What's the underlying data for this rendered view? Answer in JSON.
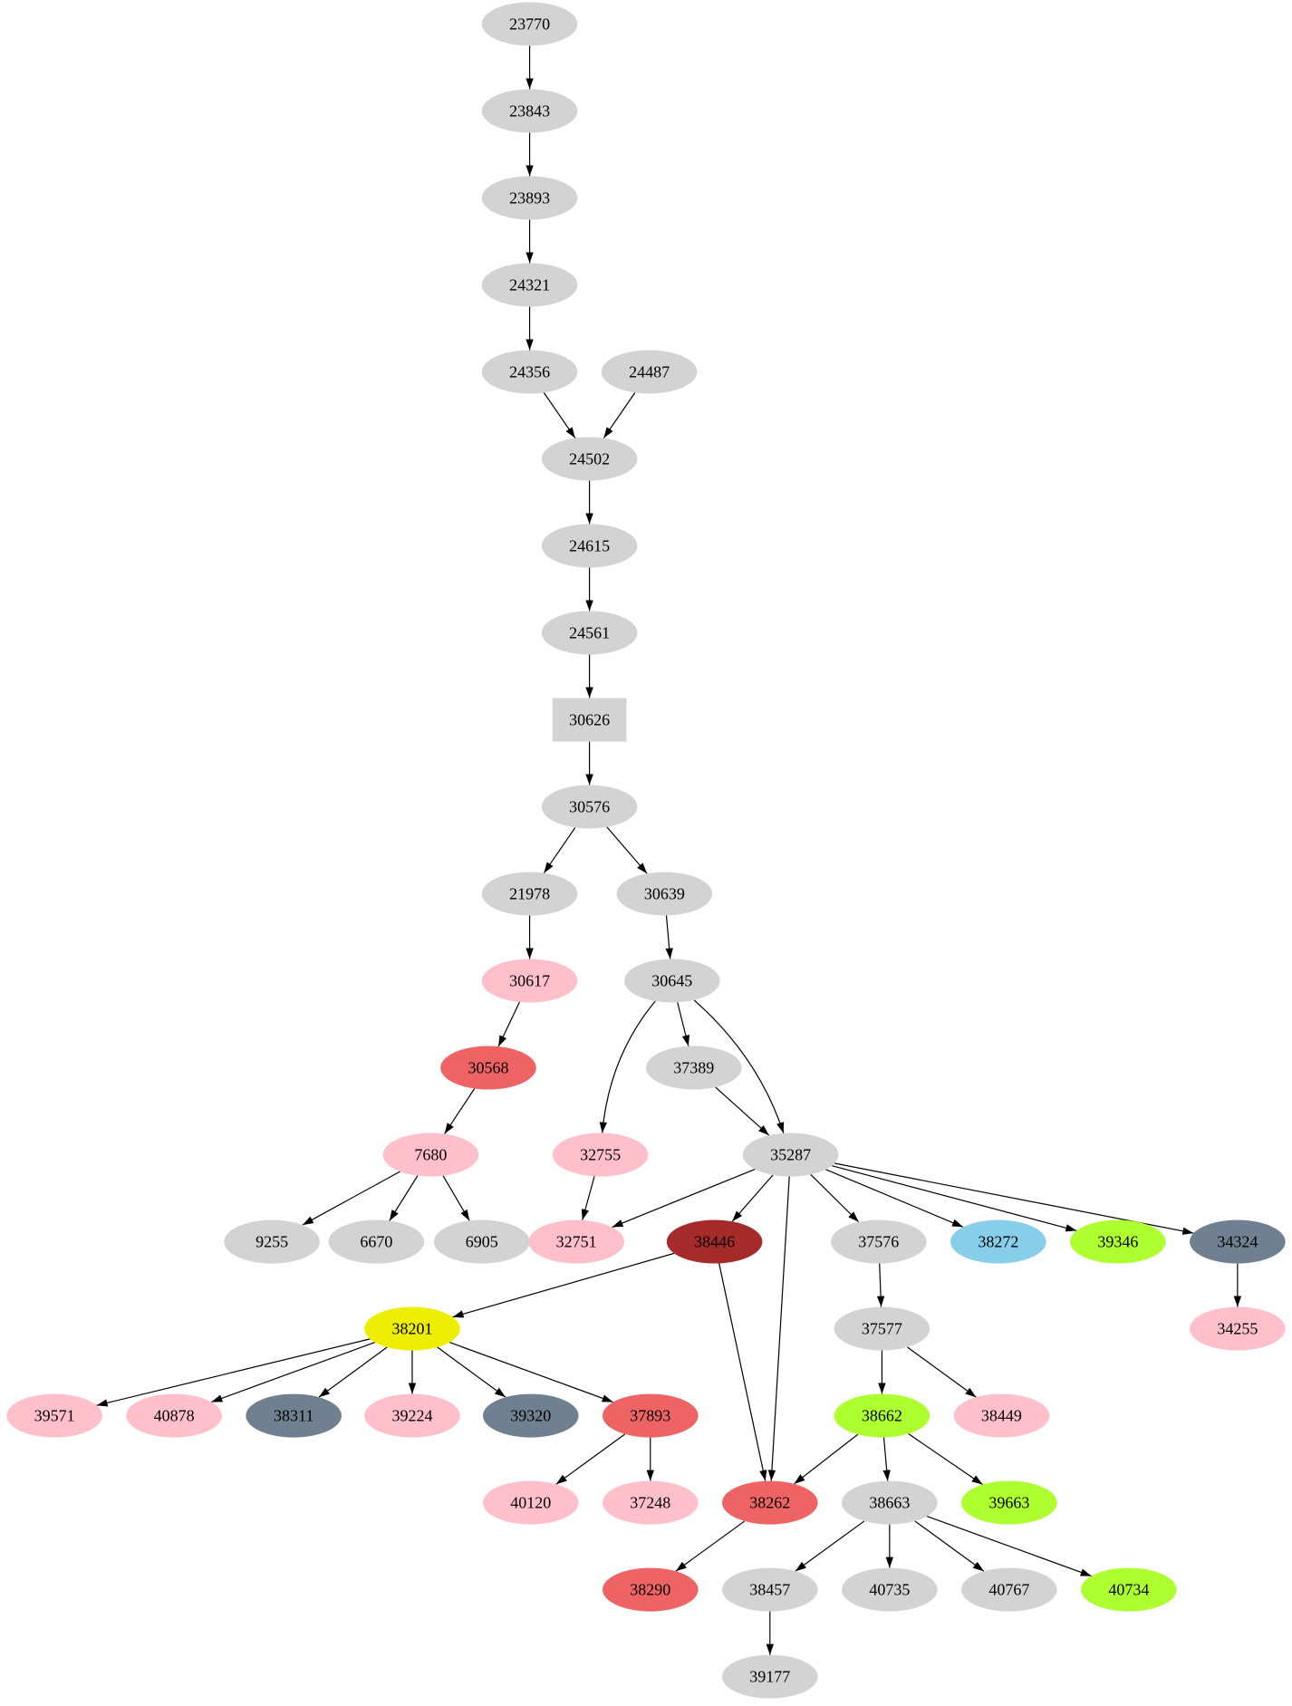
{
  "colors": {
    "gray": "#d3d3d3",
    "pink": "#ffc0cb",
    "red": "#ee6363",
    "brown": "#a52a2a",
    "skyblue": "#87ceeb",
    "green": "#adff2f",
    "slategray": "#708090",
    "yellow": "#eeee00"
  },
  "nodes": [
    {
      "id": "23770",
      "color": "gray"
    },
    {
      "id": "23843",
      "color": "gray"
    },
    {
      "id": "23893",
      "color": "gray"
    },
    {
      "id": "24321",
      "color": "gray"
    },
    {
      "id": "24356",
      "color": "gray"
    },
    {
      "id": "24487",
      "color": "gray"
    },
    {
      "id": "24502",
      "color": "gray"
    },
    {
      "id": "24615",
      "color": "gray"
    },
    {
      "id": "24561",
      "color": "gray"
    },
    {
      "id": "30626",
      "color": "gray",
      "shape": "box"
    },
    {
      "id": "30576",
      "color": "gray"
    },
    {
      "id": "21978",
      "color": "gray"
    },
    {
      "id": "30639",
      "color": "gray"
    },
    {
      "id": "30617",
      "color": "pink"
    },
    {
      "id": "30645",
      "color": "gray"
    },
    {
      "id": "30568",
      "color": "red"
    },
    {
      "id": "37389",
      "color": "gray"
    },
    {
      "id": "7680",
      "color": "pink"
    },
    {
      "id": "32755",
      "color": "pink"
    },
    {
      "id": "35287",
      "color": "gray"
    },
    {
      "id": "9255",
      "color": "gray"
    },
    {
      "id": "6670",
      "color": "gray"
    },
    {
      "id": "6905",
      "color": "gray"
    },
    {
      "id": "32751",
      "color": "pink"
    },
    {
      "id": "38446",
      "color": "brown"
    },
    {
      "id": "37576",
      "color": "gray"
    },
    {
      "id": "38272",
      "color": "skyblue"
    },
    {
      "id": "39346",
      "color": "green"
    },
    {
      "id": "34324",
      "color": "slategray"
    },
    {
      "id": "38201",
      "color": "yellow"
    },
    {
      "id": "37577",
      "color": "gray"
    },
    {
      "id": "34255",
      "color": "pink"
    },
    {
      "id": "39571",
      "color": "pink"
    },
    {
      "id": "40878",
      "color": "pink"
    },
    {
      "id": "38311",
      "color": "slategray"
    },
    {
      "id": "39224",
      "color": "pink"
    },
    {
      "id": "39320",
      "color": "slategray"
    },
    {
      "id": "37893",
      "color": "red"
    },
    {
      "id": "38662",
      "color": "green"
    },
    {
      "id": "38449",
      "color": "pink"
    },
    {
      "id": "40120",
      "color": "pink"
    },
    {
      "id": "37248",
      "color": "pink"
    },
    {
      "id": "38262",
      "color": "red"
    },
    {
      "id": "38663",
      "color": "gray"
    },
    {
      "id": "39663",
      "color": "green"
    },
    {
      "id": "38290",
      "color": "red"
    },
    {
      "id": "38457",
      "color": "gray"
    },
    {
      "id": "40735",
      "color": "gray"
    },
    {
      "id": "40767",
      "color": "gray"
    },
    {
      "id": "40734",
      "color": "green"
    },
    {
      "id": "39177",
      "color": "gray"
    }
  ],
  "edges": [
    [
      "23770",
      "23843"
    ],
    [
      "23843",
      "23893"
    ],
    [
      "23893",
      "24321"
    ],
    [
      "24321",
      "24356"
    ],
    [
      "24356",
      "24502"
    ],
    [
      "24487",
      "24502"
    ],
    [
      "24502",
      "24615"
    ],
    [
      "24615",
      "24561"
    ],
    [
      "24561",
      "30626"
    ],
    [
      "30626",
      "30576"
    ],
    [
      "30576",
      "21978"
    ],
    [
      "30576",
      "30639"
    ],
    [
      "21978",
      "30617"
    ],
    [
      "30639",
      "30645"
    ],
    [
      "30617",
      "30568"
    ],
    [
      "30568",
      "7680"
    ],
    [
      "30645",
      "32755"
    ],
    [
      "30645",
      "37389"
    ],
    [
      "30645",
      "35287"
    ],
    [
      "37389",
      "35287"
    ],
    [
      "7680",
      "9255"
    ],
    [
      "7680",
      "6670"
    ],
    [
      "7680",
      "6905"
    ],
    [
      "32755",
      "32751"
    ],
    [
      "35287",
      "32751"
    ],
    [
      "35287",
      "38446"
    ],
    [
      "35287",
      "38262"
    ],
    [
      "35287",
      "37576"
    ],
    [
      "35287",
      "38272"
    ],
    [
      "35287",
      "39346"
    ],
    [
      "35287",
      "34324"
    ],
    [
      "34324",
      "34255"
    ],
    [
      "38446",
      "38201"
    ],
    [
      "38446",
      "38262"
    ],
    [
      "37576",
      "37577"
    ],
    [
      "37577",
      "38662"
    ],
    [
      "37577",
      "38449"
    ],
    [
      "38201",
      "39571"
    ],
    [
      "38201",
      "40878"
    ],
    [
      "38201",
      "38311"
    ],
    [
      "38201",
      "39224"
    ],
    [
      "38201",
      "39320"
    ],
    [
      "38201",
      "37893"
    ],
    [
      "37893",
      "40120"
    ],
    [
      "37893",
      "37248"
    ],
    [
      "38662",
      "38262"
    ],
    [
      "38662",
      "38663"
    ],
    [
      "38662",
      "39663"
    ],
    [
      "38262",
      "38290"
    ],
    [
      "38663",
      "38457"
    ],
    [
      "38663",
      "40735"
    ],
    [
      "38663",
      "40767"
    ],
    [
      "38663",
      "40734"
    ],
    [
      "38457",
      "39177"
    ]
  ]
}
